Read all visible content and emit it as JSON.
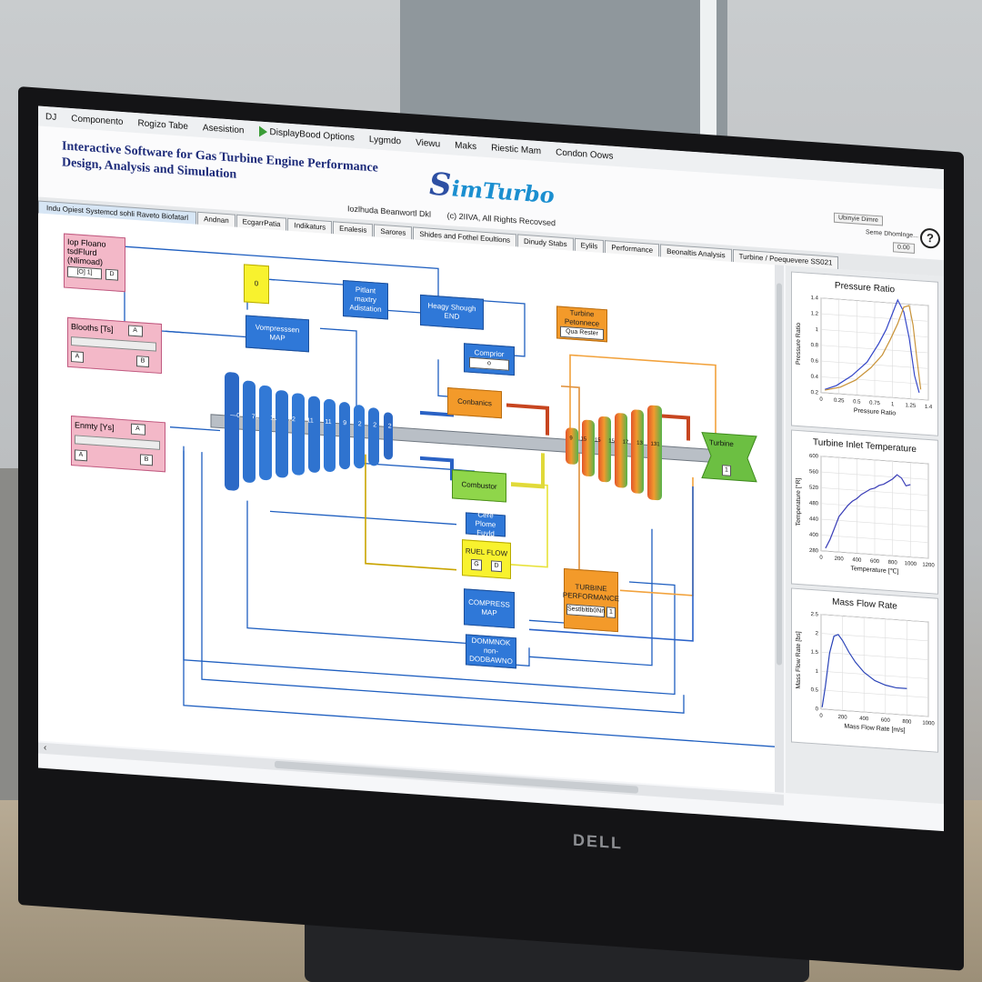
{
  "menu": [
    "DJ",
    "Componento",
    "Rogizo Tabe",
    "Asesistion",
    "DisplayBood Options",
    "Lygmdo",
    "Viewu",
    "Maks",
    "Riestic Mam",
    "Condon Oows"
  ],
  "header": {
    "title_line1": "Interactive Software for Gas Turbine Engine Performance",
    "title_line2": "Design, Analysis and Simulation",
    "brand": "imTurbo",
    "brand_initial": "S",
    "sub_left": "Iozlhuda Beanwortl Dkl",
    "sub_right": "(c) 2IIVA,  All Rights Recovsed",
    "right_field": "Ubinyie Dimre",
    "right_note": "Seme Dhomlnge...",
    "right_value": "0.00",
    "help": "?"
  },
  "tabs": [
    "Indu Opiest Systemcd sohli Raveto Biofatarl",
    "Andnan",
    "EcgarrPatia",
    "Indikaturs",
    "Enalesis",
    "Sarores",
    "Shides and Fothel Eoultions",
    "Dinudy Stabs",
    "Eylils",
    "Performance",
    "Beonaltis Analysis",
    "Turbine / Poequevere SS021"
  ],
  "inputs": {
    "block1": {
      "line1": "Iop Floano",
      "line2": "tsdFlurd",
      "line3": "(Nlimoad)",
      "value": "[O] 1]",
      "btn": "D"
    },
    "block2": {
      "label": "Blooths [Ts]",
      "btn": "A",
      "left": "A",
      "right": "B"
    },
    "block3": {
      "label": "Enmty [Ys]",
      "btn": "A",
      "left": "A",
      "right": "B"
    }
  },
  "blocks": {
    "yellow_top": "0",
    "vompressor_map": "Vompresssen MAP",
    "pittant": "Pitlant maxtry Adistation",
    "heagy": "Heagy Shough END",
    "compressor": "Comprior",
    "compressor_sel": "o",
    "turbine_perf_top": "Turbine Petonnece",
    "turbine_perf_sel": "Qua Rester",
    "combustor_top": "Conbanics",
    "combustor": "Combustor",
    "core_flow": "Cere Plome Fuyld",
    "fuel_flow": "RUEL FLOW",
    "fuel_g": "G",
    "fuel_d": "D",
    "compress_map": "COMPRESS MAP",
    "turbine_perf": "TURBINE PERFORMANCE",
    "turbine_perf_field": "Sestlbltlb0Nn",
    "turbine_perf_val": "1",
    "dommon": "DOMMNOK non-DODBAWNO",
    "turbine": "Turbine",
    "turbine_val": "1"
  },
  "stages": [
    "—0",
    "76",
    "11",
    "72",
    "11",
    "11",
    "9",
    "2",
    "2",
    "2"
  ],
  "turbine_stages": [
    "9",
    "15",
    "15",
    "15",
    "17",
    "13",
    "131"
  ],
  "colors": {
    "accent": "#2f78d8",
    "orange": "#f39a2a",
    "yellow": "#f8f22e",
    "green": "#8fd64a",
    "pink": "#f3b8c8",
    "line": "#1f5fc0"
  },
  "chart_data": [
    {
      "type": "line",
      "title": "Pressure Ratio",
      "xlabel": "Pressure Ratio",
      "ylabel": "Pressure Ratio",
      "xlim": [
        0,
        1.4
      ],
      "ylim": [
        0,
        1.4
      ],
      "xticks": [
        "0",
        "0.25",
        "0.5",
        "0.75",
        "1",
        "1.25",
        "1.4"
      ],
      "yticks": [
        "0.2",
        "0.4",
        "0.6",
        "0.8",
        "1",
        "1.2",
        "1.4"
      ],
      "series": [
        {
          "color": "#3547c8",
          "x": [
            0.05,
            0.2,
            0.4,
            0.6,
            0.75,
            0.85,
            0.95,
            1.0,
            1.08,
            1.15,
            1.22,
            1.28
          ],
          "y": [
            0.05,
            0.12,
            0.28,
            0.5,
            0.78,
            1.0,
            1.3,
            1.45,
            1.28,
            0.9,
            0.35,
            0.1
          ]
        },
        {
          "color": "#c9943a",
          "x": [
            0.05,
            0.25,
            0.45,
            0.65,
            0.8,
            0.9,
            1.0,
            1.08,
            1.15,
            1.2,
            1.25,
            1.3
          ],
          "y": [
            0.04,
            0.1,
            0.22,
            0.42,
            0.62,
            0.85,
            1.1,
            1.35,
            1.38,
            1.1,
            0.6,
            0.15
          ]
        }
      ]
    },
    {
      "type": "line",
      "title": "Turbine Inlet Temperature",
      "xlabel": "Temperature [℃]",
      "ylabel": "Temperature [°R]",
      "xlim": [
        0,
        1200
      ],
      "ylim": [
        280,
        600
      ],
      "xticks": [
        "0",
        "200",
        "400",
        "600",
        "800",
        "1000",
        "1200"
      ],
      "yticks": [
        "280",
        "400",
        "440",
        "480",
        "520",
        "560",
        "600"
      ],
      "series": [
        {
          "color": "#3b3fb8",
          "x": [
            50,
            100,
            150,
            200,
            250,
            300,
            350,
            400,
            450,
            500,
            550,
            600,
            650,
            700,
            750,
            800,
            850,
            900,
            950,
            1000
          ],
          "y": [
            290,
            320,
            360,
            400,
            420,
            440,
            455,
            465,
            480,
            490,
            500,
            505,
            515,
            520,
            530,
            540,
            555,
            545,
            520,
            525
          ]
        }
      ]
    },
    {
      "type": "line",
      "title": "Mass Flow Rate",
      "xlabel": "Mass Flow Rate [m/s]",
      "ylabel": "Mass Flow Rate [bs]",
      "xlim": [
        0,
        1000
      ],
      "ylim": [
        0,
        2.5
      ],
      "xticks": [
        "0",
        "200",
        "400",
        "600",
        "800",
        "1000"
      ],
      "yticks": [
        "0",
        "0.5",
        "1",
        "1.5",
        "2",
        "2.5"
      ],
      "series": [
        {
          "color": "#2a43b8",
          "x": [
            10,
            40,
            80,
            120,
            160,
            200,
            260,
            320,
            400,
            500,
            600,
            700,
            800
          ],
          "y": [
            0.05,
            0.6,
            1.5,
            1.95,
            2.0,
            1.85,
            1.55,
            1.3,
            1.05,
            0.85,
            0.75,
            0.7,
            0.7
          ]
        }
      ]
    }
  ]
}
